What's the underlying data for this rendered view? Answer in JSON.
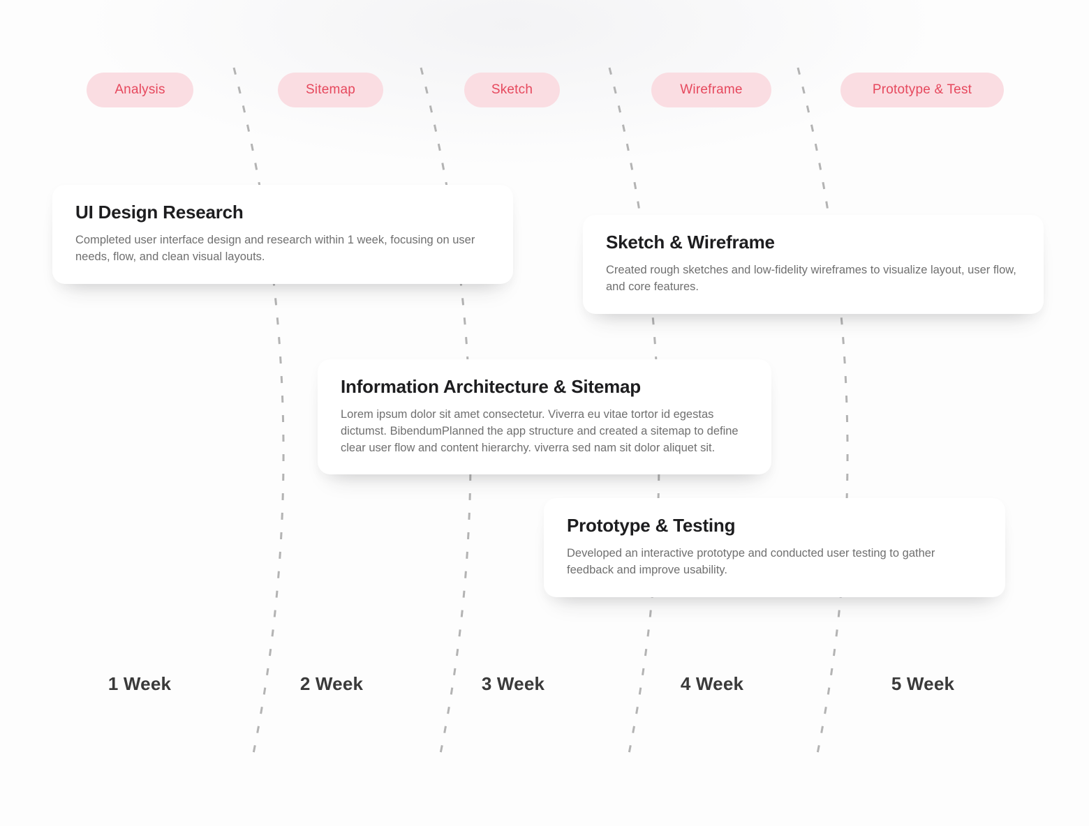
{
  "palette": {
    "page_bg": "#fdfdfd",
    "pill_bg": "#fadde2",
    "pill_text": "#e6485d",
    "card_bg": "#ffffff",
    "card_title": "#1d1d1f",
    "card_body": "#6f6f6f",
    "week_label": "#3a3a3a",
    "divider_dash": "#b3b3b3"
  },
  "phases": [
    {
      "label": "Analysis"
    },
    {
      "label": "Sitemap"
    },
    {
      "label": "Sketch"
    },
    {
      "label": "Wireframe"
    },
    {
      "label": "Prototype & Test"
    }
  ],
  "cards": [
    {
      "title": "UI Design Research",
      "body": "Completed user interface design and research within 1 week, focusing on user needs, flow, and clean visual layouts."
    },
    {
      "title": "Sketch & Wireframe",
      "body": "Created rough sketches and low-fidelity wireframes to visualize layout, user flow, and core features."
    },
    {
      "title": "Information Architecture & Sitemap",
      "body": "Lorem ipsum dolor sit amet consectetur. Viverra eu vitae tortor id egestas dictumst.  BibendumPlanned the app structure and created a sitemap to define clear user flow and content hierarchy. viverra sed nam sit dolor aliquet sit."
    },
    {
      "title": "Prototype & Testing",
      "body": "Developed an interactive prototype and conducted user testing to gather feedback and improve usability."
    }
  ],
  "weeks": [
    {
      "label": "1 Week"
    },
    {
      "label": "2 Week"
    },
    {
      "label": "3 Week"
    },
    {
      "label": "4 Week"
    },
    {
      "label": "5 Week"
    }
  ]
}
